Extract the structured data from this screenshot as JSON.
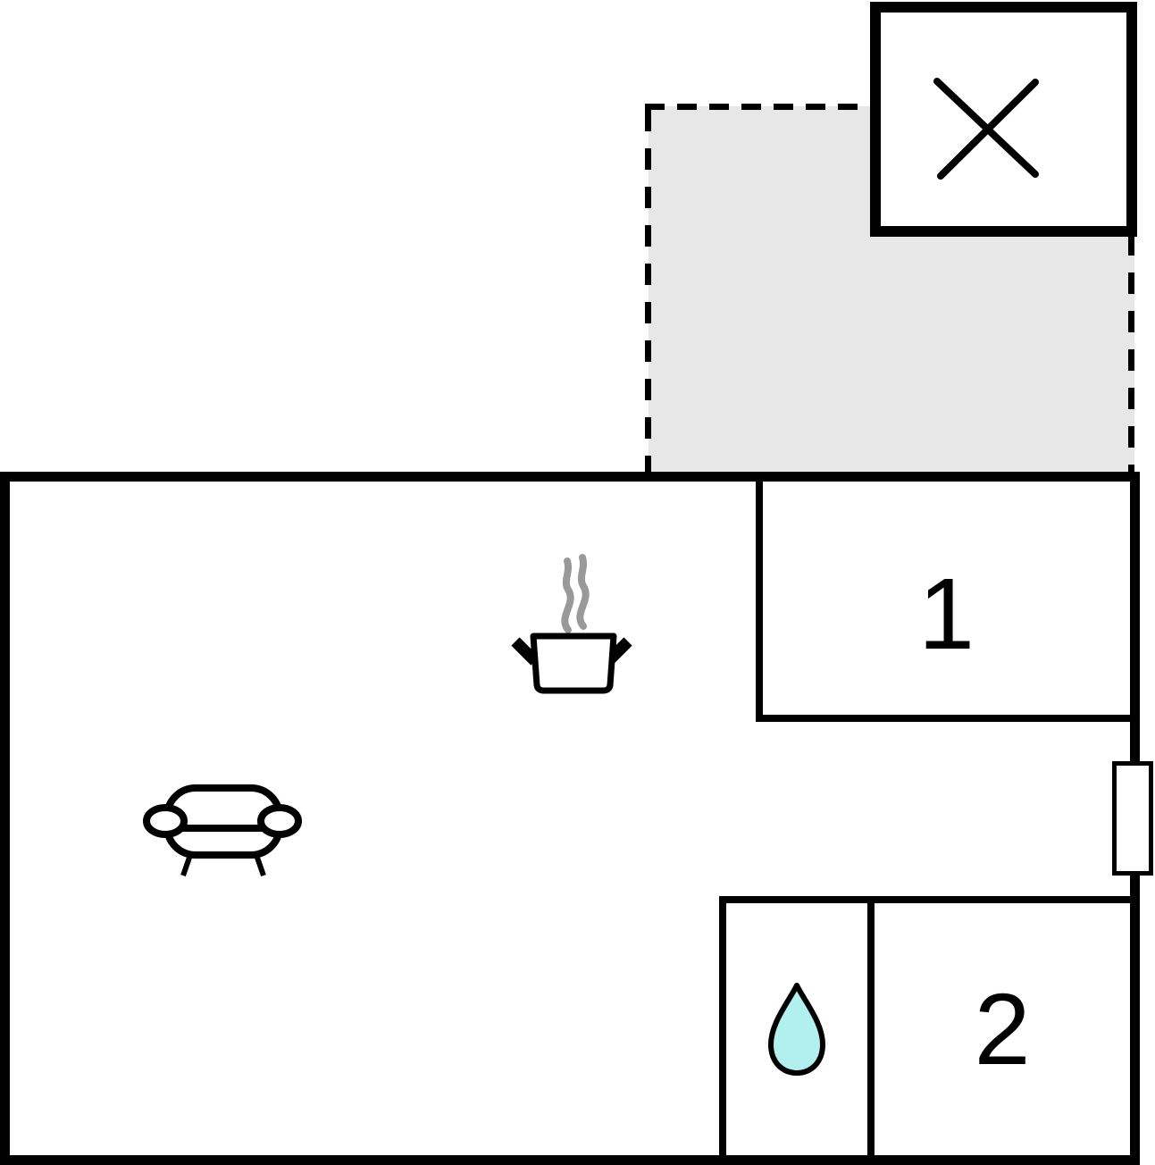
{
  "rooms": [
    {
      "label": "1"
    },
    {
      "label": "2"
    }
  ],
  "icons": {
    "closed_area": "x-mark-icon",
    "kitchen": "cooking-pot-icon",
    "kitchen_steam": "steam-icon",
    "living_room": "sofa-icon",
    "bathroom": "water-drop-icon",
    "right_wall": "window-marker"
  },
  "colors": {
    "line": "#000000",
    "background": "#ffffff",
    "terrace_fill": "#e7e7e7",
    "steam": "#999999",
    "drop_fill": "#b2f0f0"
  }
}
